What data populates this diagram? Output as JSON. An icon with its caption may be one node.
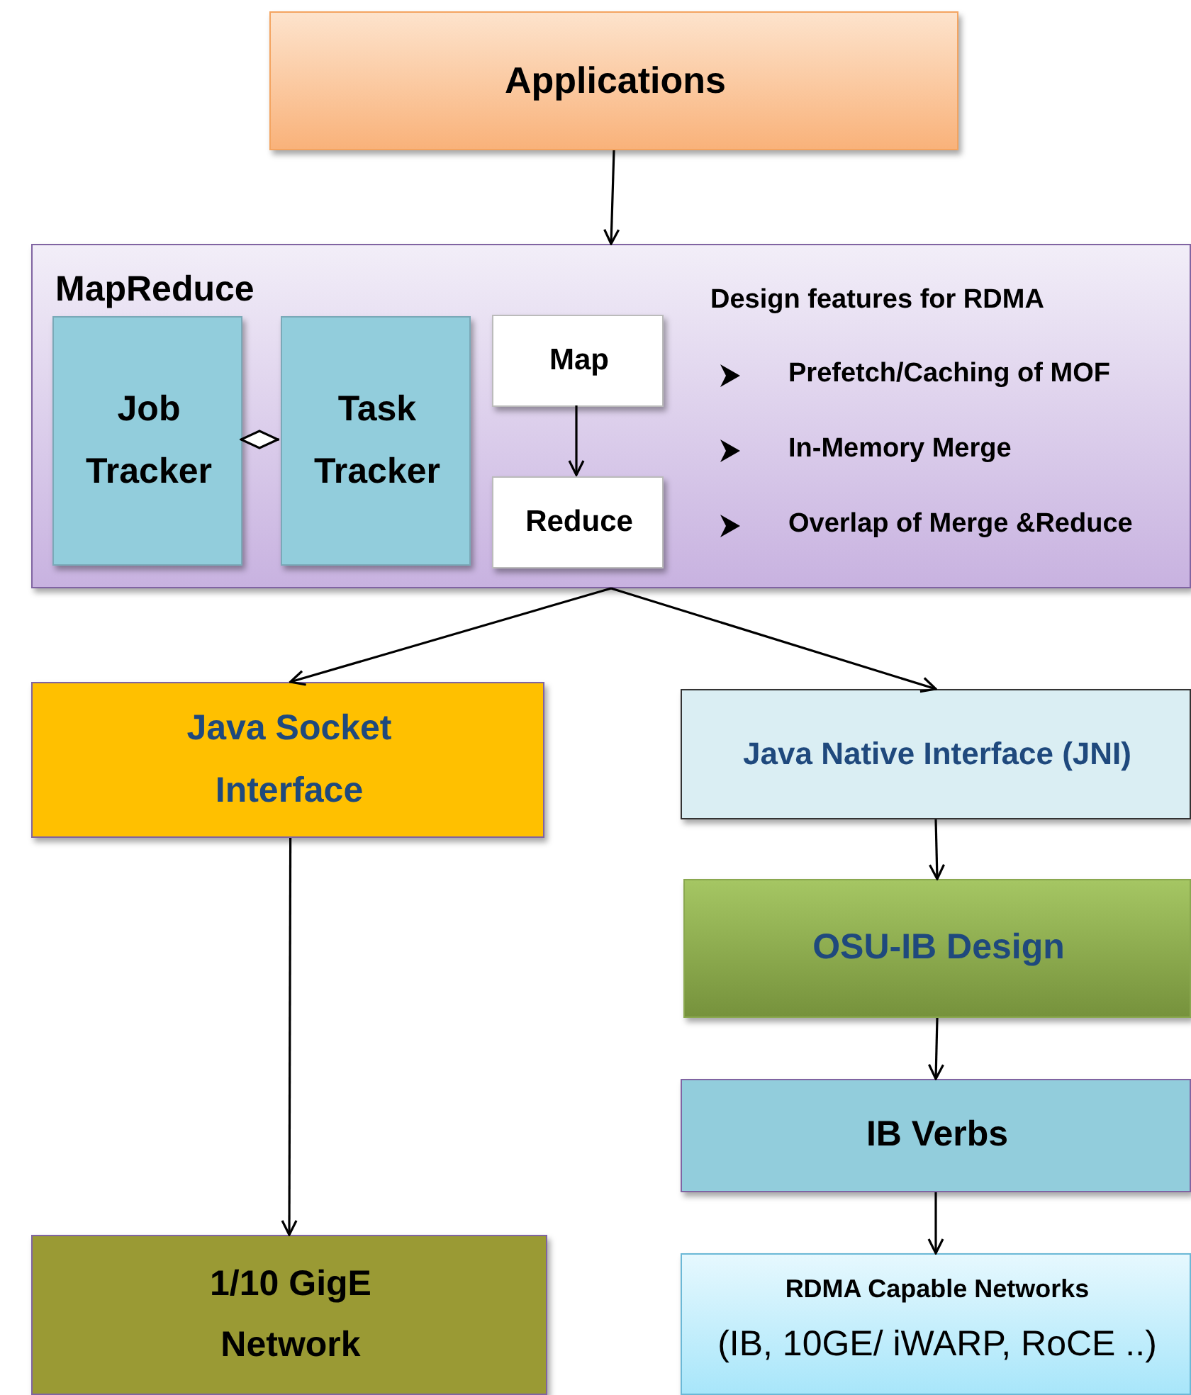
{
  "diagram": {
    "nodes": [
      {
        "text": [
          "Applications"
        ]
      },
      {
        "text": [
          "MapReduce",
          "Design features for RDMA",
          "Prefetch/Caching of MOF",
          "In-Memory Merge",
          "Overlap of Merge &Reduce"
        ]
      },
      {
        "text": [
          "Job Tracker"
        ],
        "in": 1
      },
      {
        "text": [
          "Task Tracker"
        ],
        "in": 1
      },
      {
        "text": [
          "Map"
        ],
        "in": 1
      },
      {
        "text": [
          "Reduce"
        ],
        "in": 1
      },
      {
        "text": [
          "Java Socket Interface"
        ]
      },
      {
        "text": [
          "Java Native Interface (JNI)"
        ]
      },
      {
        "text": [
          "OSU-IB Design"
        ]
      },
      {
        "text": [
          "IB Verbs"
        ]
      },
      {
        "text": [
          "1/10 GigE Network"
        ]
      },
      {
        "text": [
          "RDMA Capable Networks",
          "(IB, 10GE/ iWARP, RoCE ..)"
        ]
      }
    ],
    "edges": [
      {
        "from": 0,
        "to": 1,
        "arrow": "to"
      },
      {
        "from": 3,
        "to": 2,
        "arrow": "other"
      },
      {
        "from": 4,
        "to": 5,
        "arrow": "to"
      },
      {
        "from": 1,
        "to": 6,
        "arrow": "to"
      },
      {
        "from": 1,
        "to": 7,
        "arrow": "to"
      },
      {
        "from": 6,
        "to": 10,
        "arrow": "to"
      },
      {
        "from": 7,
        "to": 8,
        "arrow": "to"
      },
      {
        "from": 8,
        "to": 9,
        "arrow": "to"
      },
      {
        "from": 9,
        "to": 11,
        "arrow": "to"
      }
    ]
  }
}
